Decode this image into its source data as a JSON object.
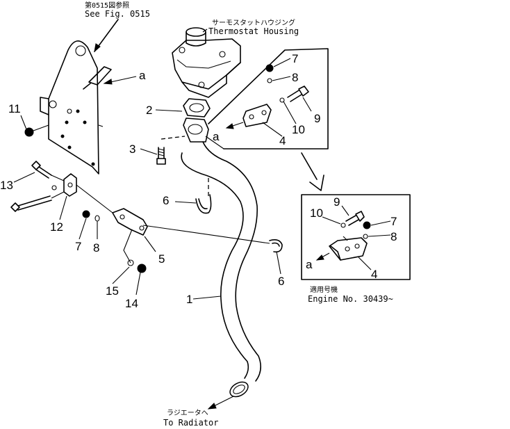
{
  "references": {
    "see_fig_jp": "第0515図参照",
    "see_fig_en": "See Fig. 0515",
    "thermostat_jp": "サーモスタットハウジング",
    "thermostat_en": "Thermostat Housing",
    "radiator_jp": "ラジエータへ",
    "radiator_en": "To Radiator",
    "engine_no_jp": "適用号機",
    "engine_no_en": "Engine No. 30439~"
  },
  "marker": "a",
  "callouts": {
    "p1": "1",
    "p2": "2",
    "p3": "3",
    "p4_upper": "4",
    "p4_lower": "4",
    "p5": "5",
    "p6_left": "6",
    "p6_right": "6",
    "p7_upper": "7",
    "p7_lower": "7",
    "p7_left": "7",
    "p8_upper": "8",
    "p8_lower": "8",
    "p8_left": "8",
    "p9_upper": "9",
    "p9_lower": "9",
    "p10_upper": "10",
    "p10_lower": "10",
    "p11": "11",
    "p12": "12",
    "p13": "13",
    "p14": "14",
    "p15": "15"
  }
}
